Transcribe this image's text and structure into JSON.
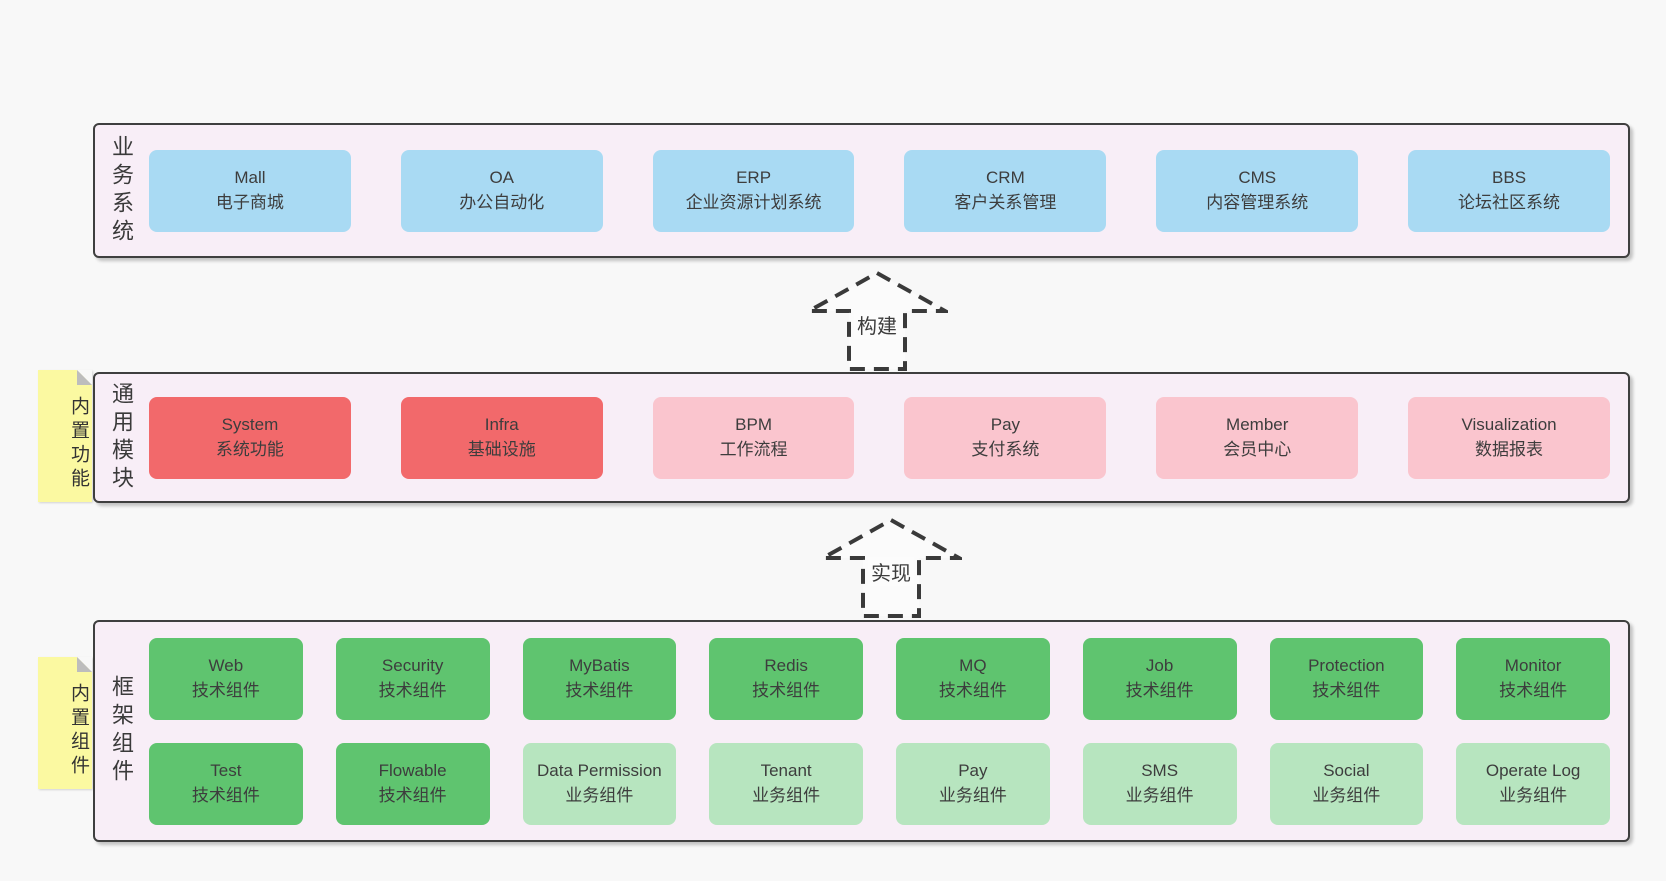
{
  "colors": {
    "page_bg": "#f8f8f8",
    "band_bg": "#f8eef7",
    "border": "#3f3f3f",
    "text": "#3d3d3d",
    "blue": "#a9daf3",
    "red": "#f2696b",
    "pink": "#fac5ce",
    "green_dark": "#5fc46f",
    "green_light": "#b7e5bf",
    "sticky": "#fbf9a1"
  },
  "bands": [
    {
      "label": "业务系统",
      "boxes": [
        {
          "name": "Mall",
          "desc": "电子商城",
          "type": "blue"
        },
        {
          "name": "OA",
          "desc": "办公自动化",
          "type": "blue"
        },
        {
          "name": "ERP",
          "desc": "企业资源计划系统",
          "type": "blue"
        },
        {
          "name": "CRM",
          "desc": "客户关系管理",
          "type": "blue"
        },
        {
          "name": "CMS",
          "desc": "内容管理系统",
          "type": "blue"
        },
        {
          "name": "BBS",
          "desc": "论坛社区系统",
          "type": "blue"
        }
      ]
    },
    {
      "label": "通用模块",
      "sticky": "内置功能",
      "boxes": [
        {
          "name": "System",
          "desc": "系统功能",
          "type": "red"
        },
        {
          "name": "Infra",
          "desc": "基础设施",
          "type": "red"
        },
        {
          "name": "BPM",
          "desc": "工作流程",
          "type": "pink"
        },
        {
          "name": "Pay",
          "desc": "支付系统",
          "type": "pink"
        },
        {
          "name": "Member",
          "desc": "会员中心",
          "type": "pink"
        },
        {
          "name": "Visualization",
          "desc": "数据报表",
          "type": "pink"
        }
      ]
    },
    {
      "label": "框架组件",
      "sticky": "内置组件",
      "rows": [
        [
          {
            "name": "Web",
            "desc": "技术组件",
            "type": "green-dark"
          },
          {
            "name": "Security",
            "desc": "技术组件",
            "type": "green-dark"
          },
          {
            "name": "MyBatis",
            "desc": "技术组件",
            "type": "green-dark"
          },
          {
            "name": "Redis",
            "desc": "技术组件",
            "type": "green-dark"
          },
          {
            "name": "MQ",
            "desc": "技术组件",
            "type": "green-dark"
          },
          {
            "name": "Job",
            "desc": "技术组件",
            "type": "green-dark"
          },
          {
            "name": "Protection",
            "desc": "技术组件",
            "type": "green-dark"
          },
          {
            "name": "Monitor",
            "desc": "技术组件",
            "type": "green-dark"
          }
        ],
        [
          {
            "name": "Test",
            "desc": "技术组件",
            "type": "green-dark"
          },
          {
            "name": "Flowable",
            "desc": "技术组件",
            "type": "green-dark"
          },
          {
            "name": "Data Permission",
            "desc": "业务组件",
            "type": "green-light"
          },
          {
            "name": "Tenant",
            "desc": "业务组件",
            "type": "green-light"
          },
          {
            "name": "Pay",
            "desc": "业务组件",
            "type": "green-light"
          },
          {
            "name": "SMS",
            "desc": "业务组件",
            "type": "green-light"
          },
          {
            "name": "Social",
            "desc": "业务组件",
            "type": "green-light"
          },
          {
            "name": "Operate Log",
            "desc": "业务组件",
            "type": "green-light"
          }
        ]
      ]
    }
  ],
  "arrows": [
    {
      "label": "构建"
    },
    {
      "label": "实现"
    }
  ]
}
